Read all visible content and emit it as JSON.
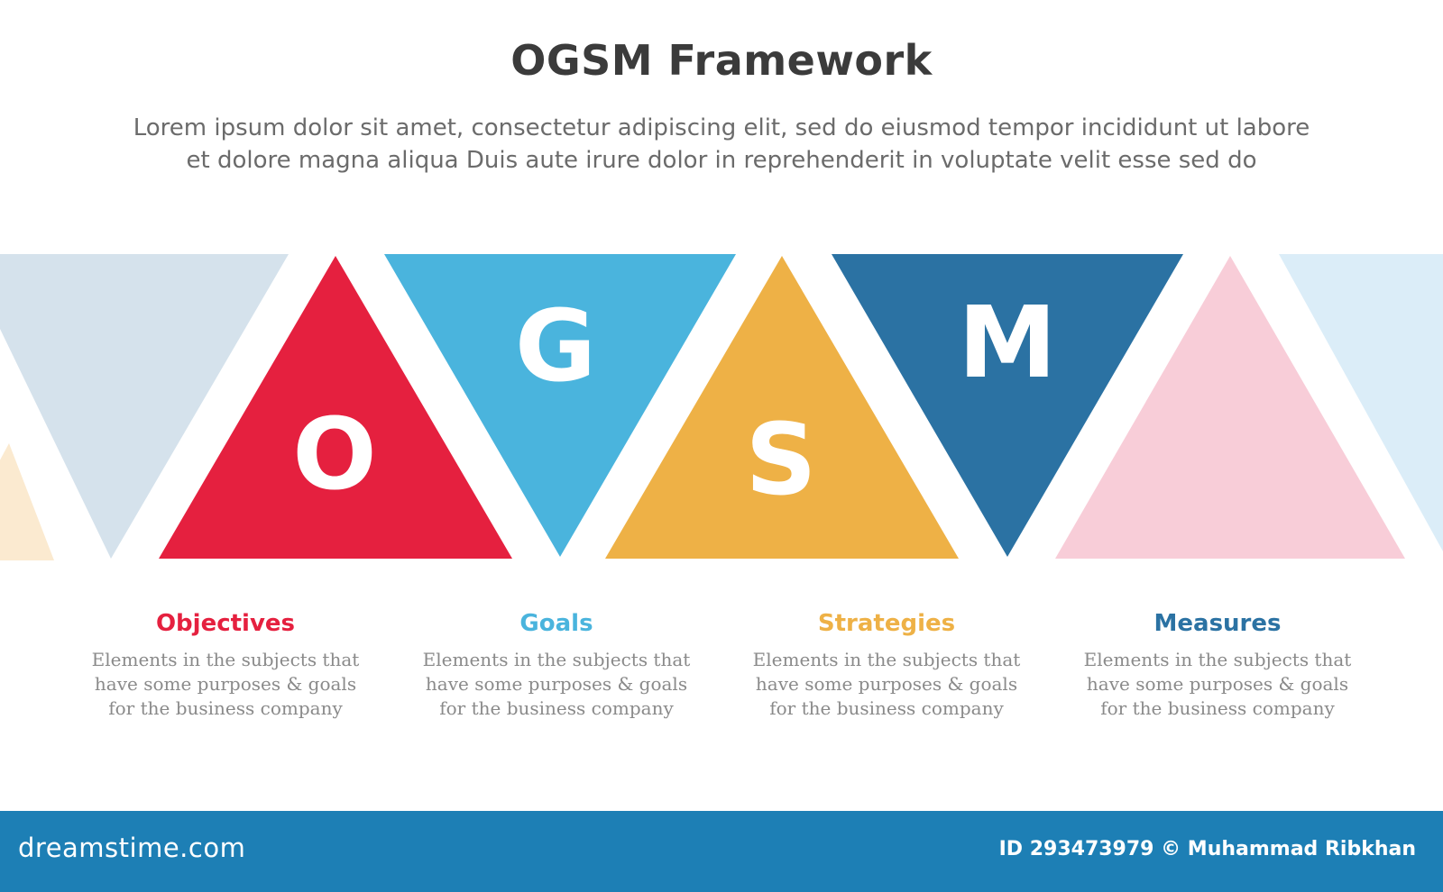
{
  "header": {
    "title": "OGSM Framework",
    "subtitle_line1": "Lorem ipsum dolor sit amet, consectetur adipiscing elit, sed do eiusmod tempor incididunt ut labore",
    "subtitle_line2": "et dolore magna aliqua Duis aute irure dolor in reprehenderit in voluptate velit esse sed do"
  },
  "triangles": [
    {
      "letter": "O",
      "color": "#e5203f"
    },
    {
      "letter": "G",
      "color": "#4ab4dd"
    },
    {
      "letter": "S",
      "color": "#eeb146"
    },
    {
      "letter": "M",
      "color": "#2b72a3"
    }
  ],
  "decor_colors": {
    "left_faded": "#d5e2ec",
    "left_edge_faded": "#fbead0",
    "right_pink": "#f8cdd8",
    "right_faded": "#dbedf8"
  },
  "items": [
    {
      "title": "Objectives",
      "color": "#e5203f",
      "desc_line1": "Elements in the subjects that",
      "desc_line2": "have  some purposes & goals",
      "desc_line3": "for the  business company"
    },
    {
      "title": "Goals",
      "color": "#4ab4dd",
      "desc_line1": "Elements in the subjects that",
      "desc_line2": "have  some purposes & goals",
      "desc_line3": "for the  business company"
    },
    {
      "title": "Strategies",
      "color": "#eeb146",
      "desc_line1": "Elements in the subjects that",
      "desc_line2": "have  some purposes & goals",
      "desc_line3": "for the  business company"
    },
    {
      "title": "Measures",
      "color": "#2b72a3",
      "desc_line1": "Elements in the subjects that",
      "desc_line2": "have  some purposes & goals",
      "desc_line3": "for the  business company"
    }
  ],
  "footer": {
    "logo": "dreamstime.com",
    "credit": "ID 293473979 © Muhammad Ribkhan",
    "background": "#1d7fb5"
  }
}
